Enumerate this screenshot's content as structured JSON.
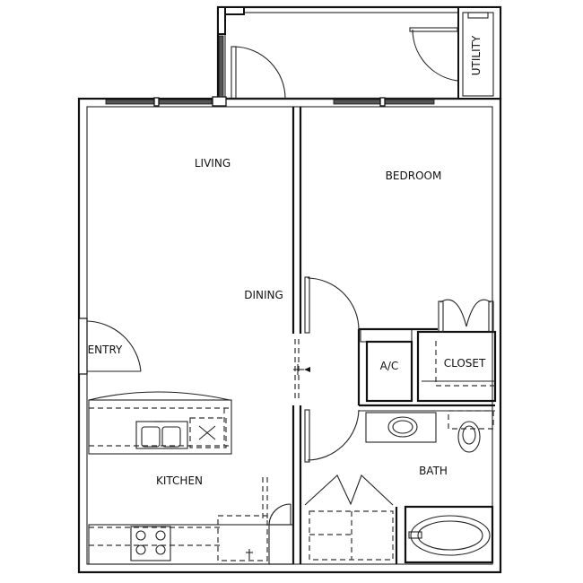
{
  "plan": {
    "type": "floor-plan",
    "unit_layout": "1 bedroom / 1 bath",
    "rooms": {
      "living": {
        "label": "LIVING"
      },
      "dining": {
        "label": "DINING"
      },
      "entry": {
        "label": "ENTRY"
      },
      "kitchen": {
        "label": "KITCHEN"
      },
      "bedroom": {
        "label": "BEDROOM"
      },
      "ac": {
        "label": "A/C"
      },
      "closet": {
        "label": "CLOSET"
      },
      "bath": {
        "label": "BATH"
      },
      "utility": {
        "label": "UTILITY"
      }
    },
    "colors": {
      "wall": "#111111",
      "background": "#ffffff"
    }
  }
}
